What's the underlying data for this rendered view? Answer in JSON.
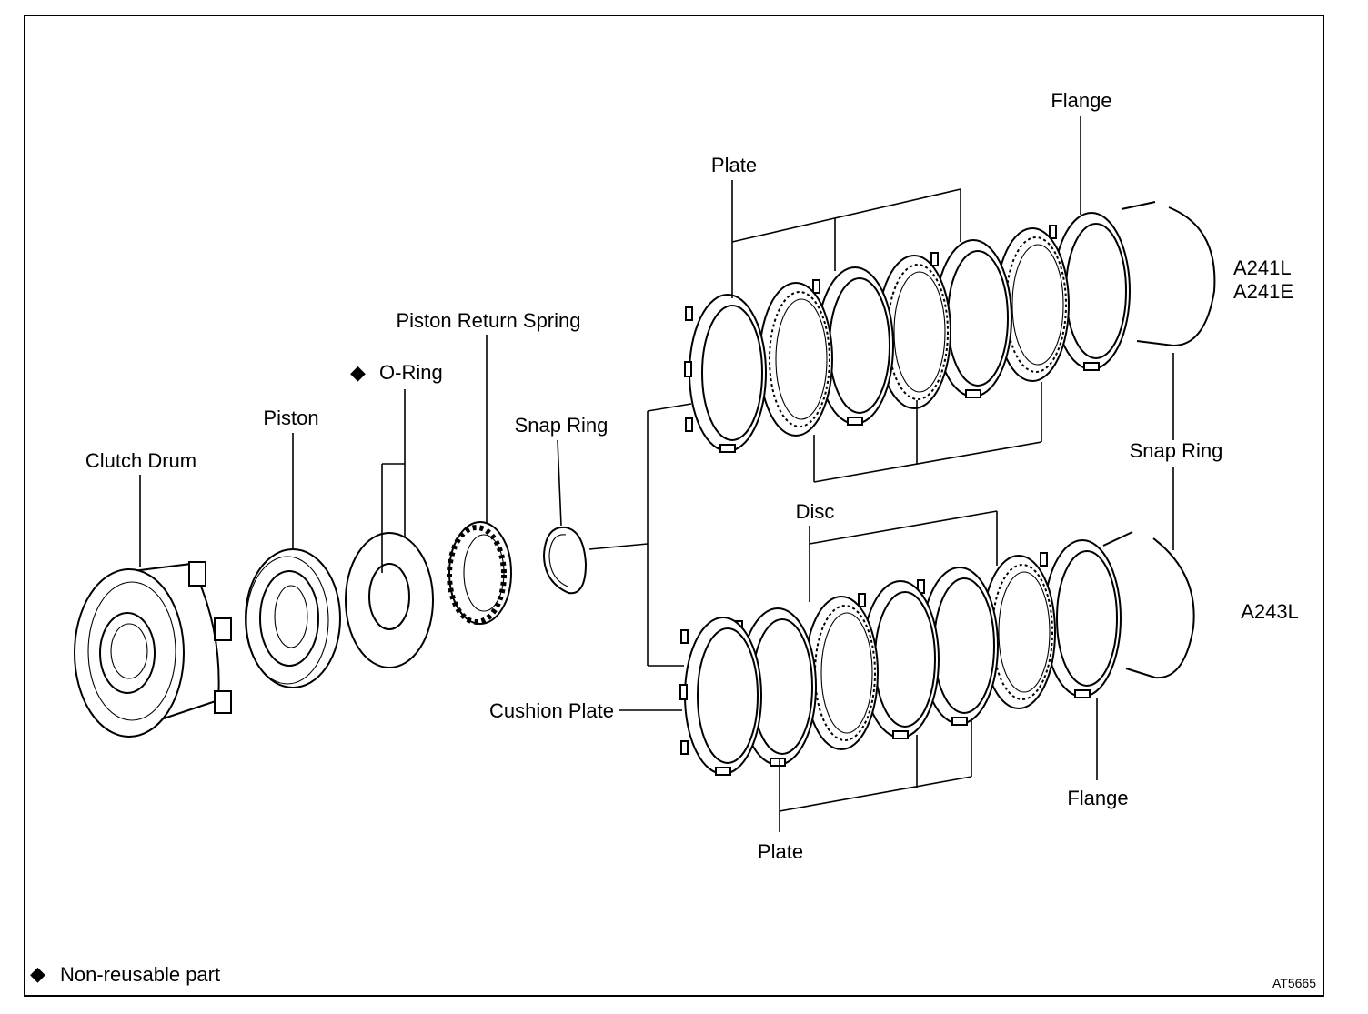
{
  "diagram": {
    "labels": {
      "clutch_drum": "Clutch Drum",
      "piston": "Piston",
      "o_ring": "O-Ring",
      "piston_return_spring": "Piston Return Spring",
      "snap_ring_small": "Snap Ring",
      "plate_top": "Plate",
      "flange_top": "Flange",
      "model_1": "A241L",
      "model_2": "A241E",
      "snap_ring_right": "Snap Ring",
      "disc": "Disc",
      "model_3": "A243L",
      "cushion_plate": "Cushion Plate",
      "flange_bottom": "Flange",
      "plate_bottom": "Plate"
    },
    "marker_symbol": "◆",
    "legend_text": "Non-reusable part",
    "figure_code": "AT5665"
  }
}
